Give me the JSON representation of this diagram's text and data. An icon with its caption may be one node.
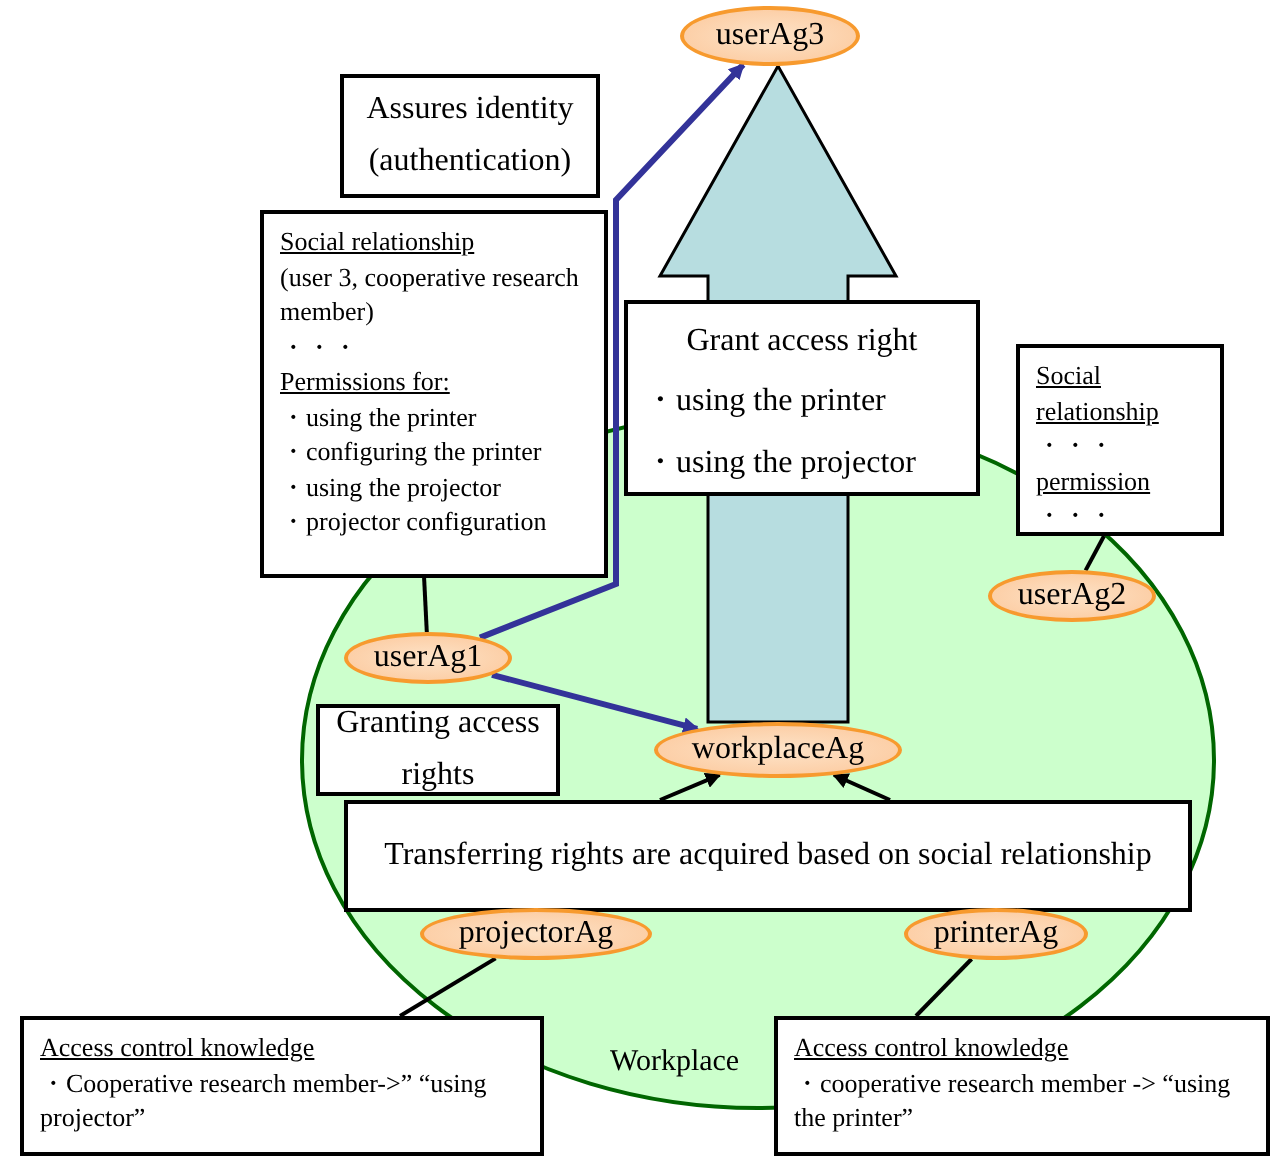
{
  "diagram": {
    "nodes": [
      {
        "text": [
          "userAg3"
        ]
      },
      {
        "text": [
          "Social relationship",
          "(user 3, cooperative research member)",
          "・・・",
          "Permissions for:",
          "・using the printer",
          "・configuring the printer",
          "・using the projector",
          "・projector configuration"
        ]
      },
      {
        "text": [
          "Grant access right",
          "・using the printer",
          "・using the projector"
        ]
      },
      {
        "text": [
          "Social relationship",
          "・・・",
          "permission",
          "・・・"
        ]
      },
      {
        "text": [
          "Workplace"
        ]
      },
      {
        "text": [
          "userAg2"
        ],
        "in": 4
      },
      {
        "text": [
          "userAg1"
        ],
        "in": 4
      },
      {
        "text": [
          "workplaceAg"
        ],
        "in": 4
      },
      {
        "text": [
          "Transferring rights are acquired based on social relationship"
        ],
        "in": 4
      },
      {
        "text": [
          "projectorAg"
        ],
        "in": 4
      },
      {
        "text": [
          "printerAg"
        ],
        "in": 4
      },
      {
        "text": [
          "Access control knowledge",
          "・Cooperative research member->” “using projector”"
        ]
      },
      {
        "text": [
          "Access control knowledge",
          "・cooperative research member -> “using the printer”"
        ]
      }
    ],
    "edges": [
      {
        "from": 6,
        "to": 0,
        "arrow": "to",
        "label": "Assures identity (authentication)",
        "color": "#333399"
      },
      {
        "from": 6,
        "to": 7,
        "arrow": "to",
        "label": "Granting access rights",
        "color": "#333399"
      },
      {
        "from": 7,
        "to": 0,
        "arrow": "to",
        "style": "thick",
        "color": "#b7dde0"
      },
      {
        "from": 8,
        "to": 7,
        "arrow": "to"
      },
      {
        "from": 8,
        "to": 7,
        "arrow": "to"
      },
      {
        "from": 1,
        "to": 6,
        "arrow": "none"
      },
      {
        "from": 3,
        "to": 5,
        "arrow": "none"
      },
      {
        "from": 11,
        "to": 9,
        "arrow": "none"
      },
      {
        "from": 12,
        "to": 10,
        "arrow": "none"
      }
    ]
  }
}
